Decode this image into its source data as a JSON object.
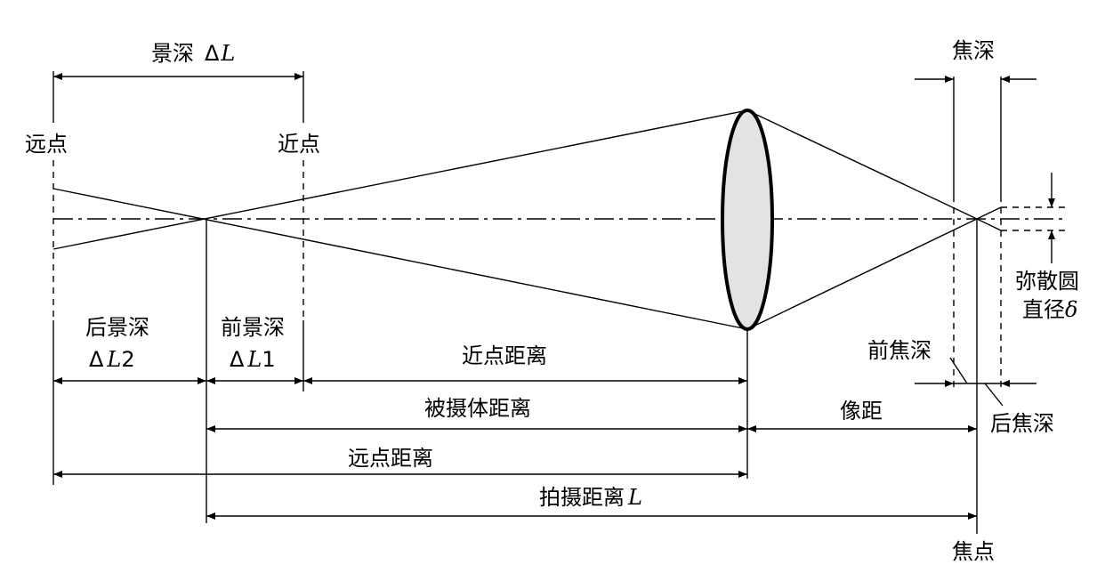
{
  "labels": {
    "depth_of_field": "景深",
    "delta_symbol": "Δ",
    "L_symbol": "L",
    "far_point": "远点",
    "near_point": "近点",
    "rear_dof": "后景深",
    "rear_dof_symbol": "ΔL2",
    "front_dof": "前景深",
    "front_dof_symbol": "ΔL1",
    "near_point_distance": "近点距离",
    "subject_distance": "被摄体距离",
    "far_point_distance": "远点距离",
    "shooting_distance": "拍摄距离",
    "depth_of_focus": "焦深",
    "front_focus_depth": "前焦深",
    "rear_focus_depth": "后焦深",
    "image_distance": "像距",
    "focal_point": "焦点",
    "coc_line1": "弥散圆",
    "coc_line2": "直径",
    "delta_small": "δ"
  },
  "colors": {
    "line": "#000000",
    "lens_fill": "#e3e3e3",
    "background": "#ffffff"
  }
}
